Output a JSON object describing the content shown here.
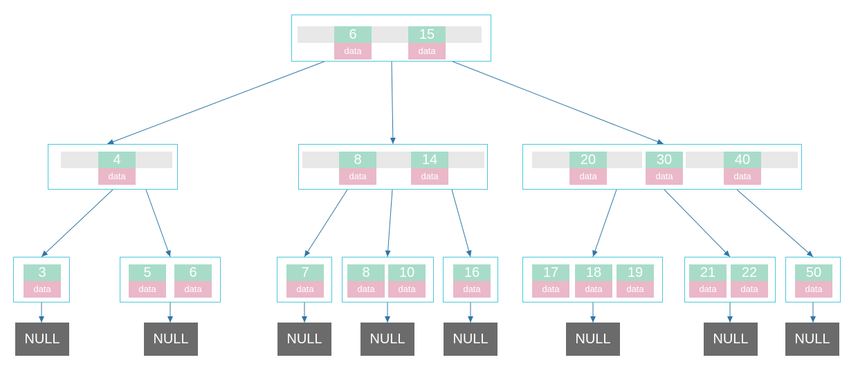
{
  "colors": {
    "node_border": "#4cc6dc",
    "key_fill": "#a8dcc8",
    "data_fill": "#eab8c8",
    "slot_bar": "#e8e8e8",
    "null_fill": "#6b6b6b",
    "edge": "#2f76a6"
  },
  "data_label": "data",
  "null_label": "NULL",
  "tree": {
    "root": {
      "keys": [
        "6",
        "15"
      ]
    },
    "level2": [
      {
        "keys": [
          "4"
        ]
      },
      {
        "keys": [
          "8",
          "14"
        ]
      },
      {
        "keys": [
          "20",
          "30",
          "40"
        ]
      }
    ],
    "leaves": [
      {
        "keys": [
          "3"
        ]
      },
      {
        "keys": [
          "5",
          "6"
        ]
      },
      {
        "keys": [
          "7"
        ]
      },
      {
        "keys": [
          "8",
          "10"
        ]
      },
      {
        "keys": [
          "16"
        ]
      },
      {
        "keys": [
          "17",
          "18",
          "19"
        ]
      },
      {
        "keys": [
          "21",
          "22"
        ]
      },
      {
        "keys": [
          "50"
        ]
      }
    ]
  }
}
